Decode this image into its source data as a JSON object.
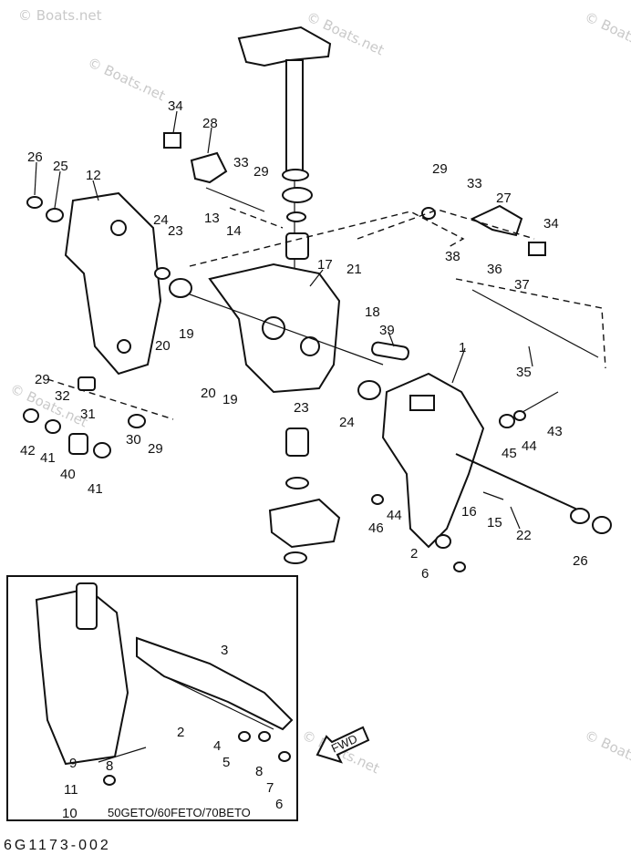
{
  "watermarks": [
    "© Boats.net",
    "© Boats.net",
    "© Boats.net",
    "© Boats.net",
    "© Boats.net",
    "© Boats.net",
    "© Boats.net"
  ],
  "callouts": {
    "c1": "1",
    "c2a": "2",
    "c6a": "6",
    "c12": "12",
    "c13": "13",
    "c14": "14",
    "c15": "15",
    "c16": "16",
    "c17": "17",
    "c18": "18",
    "c19a": "19",
    "c19b": "19",
    "c20a": "20",
    "c20b": "20",
    "c21": "21",
    "c22": "22",
    "c23a": "23",
    "c23b": "23",
    "c24a": "24",
    "c24b": "24",
    "c25": "25",
    "c26a": "26",
    "c26b": "26",
    "c27": "27",
    "c28": "28",
    "c29a": "29",
    "c29b": "29",
    "c29c": "29",
    "c29d": "29",
    "c30": "30",
    "c31": "31",
    "c32": "32",
    "c33a": "33",
    "c33b": "33",
    "c34a": "34",
    "c34b": "34",
    "c35": "35",
    "c36": "36",
    "c37": "37",
    "c38": "38",
    "c39": "39",
    "c40": "40",
    "c41a": "41",
    "c41b": "41",
    "c42": "42",
    "c43": "43",
    "c44a": "44",
    "c44b": "44",
    "c45": "45",
    "c46": "46",
    "i2": "2",
    "i3": "3",
    "i4": "4",
    "i5": "5",
    "i6": "6",
    "i7": "7",
    "i8a": "8",
    "i8b": "8",
    "i9": "9",
    "i10": "10",
    "i11": "11"
  },
  "fwd_label": "FWD",
  "inset_caption": "50GETO/60FETO/70BETO",
  "drawing_number": "6G1173-002"
}
